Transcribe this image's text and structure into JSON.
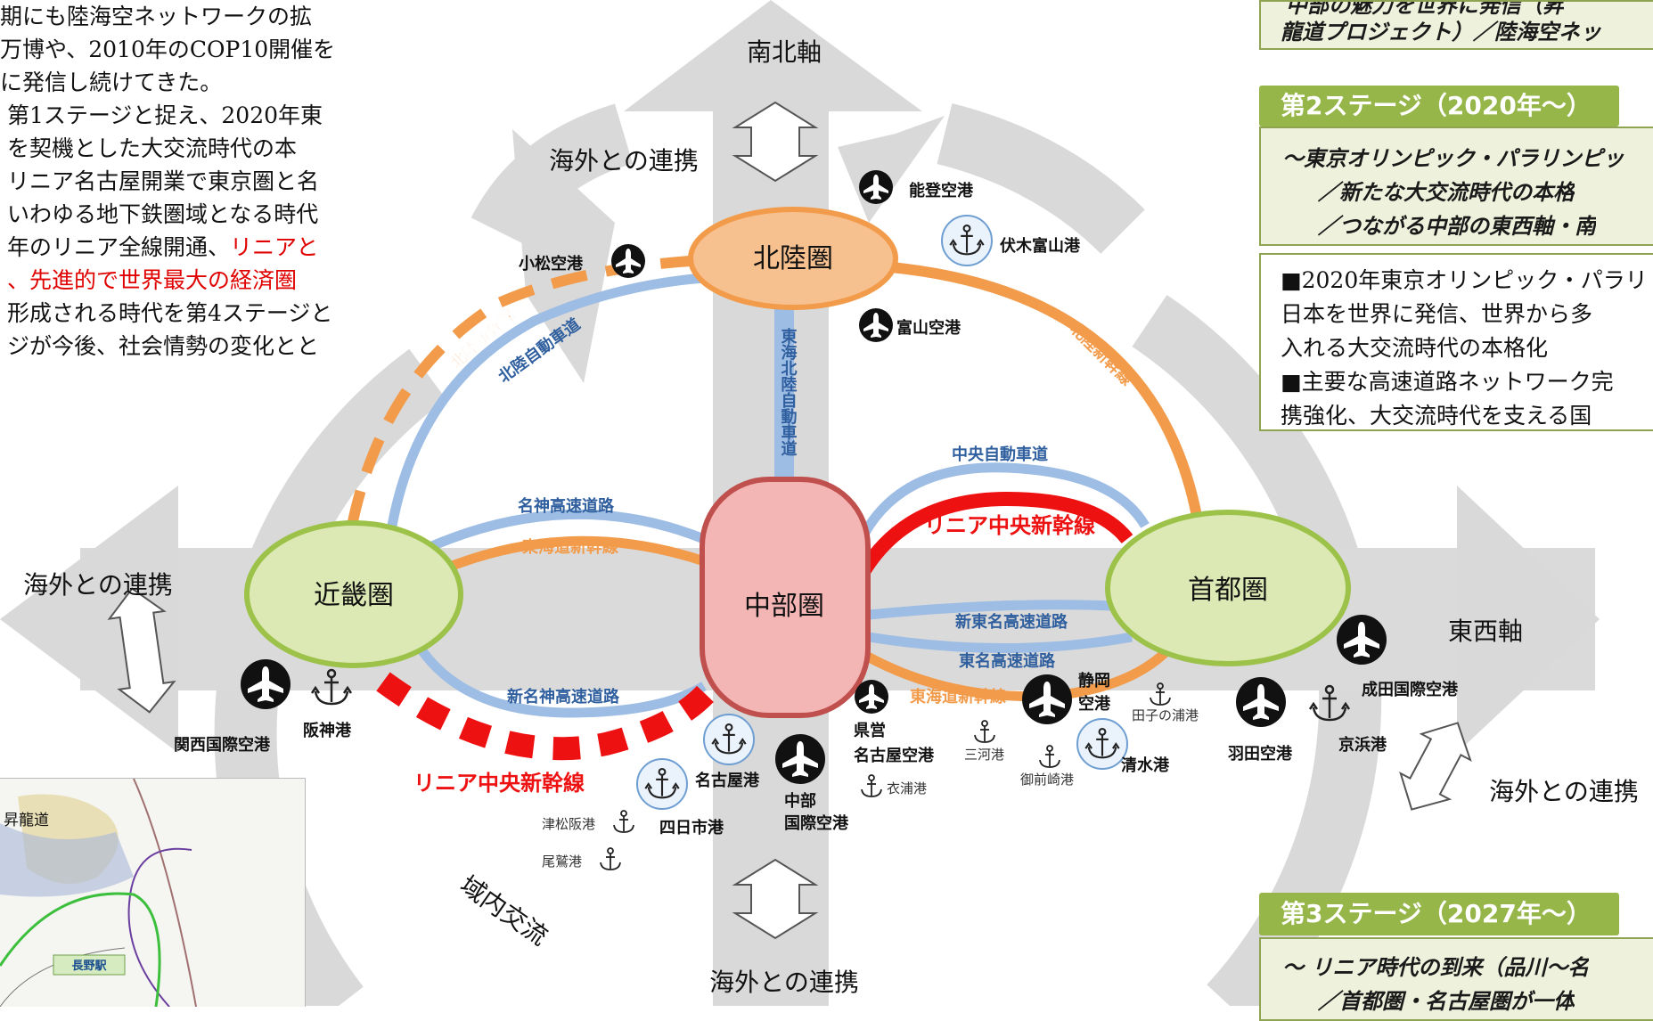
{
  "intro": {
    "lines": [
      "期にも陸海空ネットワークの拡",
      "万博や、2010年のCOP10開催を",
      "に発信し続けてきた。",
      "第1ステージと捉え、2020年東",
      "を契機とした大交流時代の本",
      "リニア名古屋開業で東京圏と名",
      "いわゆる地下鉄圏域となる時代",
      "年のリニア全線開通、",
      "、先進的で世界最大の経済圏",
      "形成される時代を第4ステージと",
      "ジが今後、社会情勢の変化とと"
    ],
    "line8_red": "リニアと"
  },
  "stages": {
    "stage1_tail": {
      "line1": "中部の魅力を世界に発信（昇",
      "line2": "龍道プロジェクト）／陸海空ネッ"
    },
    "stage2": {
      "title": "第2ステージ（2020年～）",
      "sub1": "～東京オリンピック・パラリンピッ",
      "sub2": "／新たな大交流時代の本格",
      "sub3": "／つながる中部の東西軸・南",
      "body": [
        "■2020年東京オリンピック・パラリ",
        "日本を世界に発信、世界から多",
        "入れる大交流時代の本格化",
        "■主要な高速道路ネットワーク完",
        "携強化、大交流時代を支える国"
      ]
    },
    "stage3": {
      "title": "第3ステージ（2027年～）",
      "sub1": "～ リニア時代の到来（品川～名",
      "sub2": "／首都圏・名古屋圏が一体"
    }
  },
  "diagram": {
    "axis_ns": "南北軸",
    "axis_ew": "東西軸",
    "intra": "域内交流",
    "overseas_top": "海外との連携",
    "overseas_left": "海外との連携",
    "overseas_right": "海外との連携",
    "overseas_bottom": "海外との連携",
    "regions": {
      "hokuriku": "北陸圏",
      "kinki": "近畿圏",
      "chubu": "中部圏",
      "shuto": "首都圏"
    },
    "routes": {
      "hokuriku_shinkansen_w": "北陸新幹線",
      "hokuriku_expressway": "北陸自動車道",
      "hokuriku_shinkansen_e": "北陸新幹線",
      "tokai_hokuriku": "東海北陸自動車道",
      "meishin": "名神高速道路",
      "tokaido_w": "東海道新幹線",
      "shin_meishin": "新名神高速道路",
      "chuo_expressway": "中央自動車道",
      "linear_e": "リニア中央新幹線",
      "shin_tomei": "新東名高速道路",
      "tomei": "東名高速道路",
      "tokaido_e": "東海道新幹線",
      "linear_w": "リニア中央新幹線"
    },
    "facilities": {
      "noto": "能登空港",
      "komatsu": "小松空港",
      "fushiki": "伏木富山港",
      "toyama": "富山空港",
      "kansai": "関西国際空港",
      "hanshin": "阪神港",
      "nagoya_port": "名古屋港",
      "yokkaichi": "四日市港",
      "tsumatsusaka": "津松阪港",
      "owase": "尾鷲港",
      "chubu_airport_1": "中部",
      "chubu_airport_2": "国際空港",
      "kenei_1": "県営",
      "kenei_2": "名古屋空港",
      "kinuura": "衣浦港",
      "mikawa": "三河港",
      "omaezaki": "御前崎港",
      "shizuoka_1": "静岡",
      "shizuoka_2": "空港",
      "shimizu": "清水港",
      "tagonoura": "田子の浦港",
      "haneda": "羽田空港",
      "narita": "成田国際空港",
      "keihin": "京浜港"
    }
  },
  "inset": {
    "label_top": "昇龍道",
    "label_station": "長野駅"
  },
  "colors": {
    "arrow_gray": "#d9d9d9",
    "shinkansen_orange": "#f29b4b",
    "expressway_blue": "#9dbde4",
    "linear_red": "#ee1111",
    "region_green": "#dde9b4",
    "region_green_border": "#9cc24a",
    "hokuriku_orange": "#f7c08f",
    "chubu_pink": "#f4b5b5",
    "stage_green": "#96b64a"
  }
}
